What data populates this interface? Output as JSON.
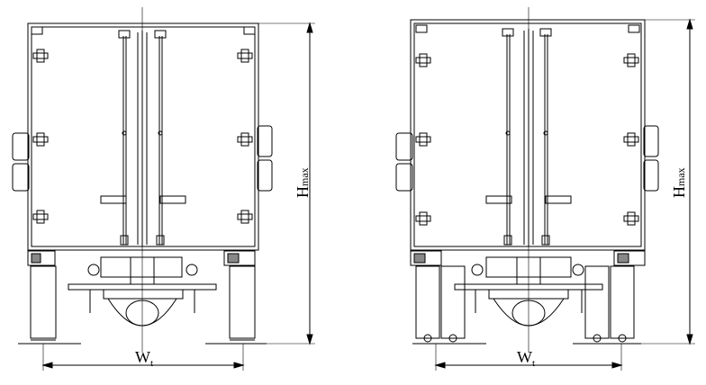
{
  "views": [
    {
      "id": "single-rear-axle",
      "width_label": {
        "main": "W",
        "sub": "t"
      },
      "height_label": {
        "main": "H",
        "sub": "max"
      }
    },
    {
      "id": "dual-rear-axle",
      "width_label": {
        "main": "W",
        "sub": "t"
      },
      "height_label": {
        "main": "H",
        "sub": "max"
      }
    }
  ],
  "colors": {
    "line": "#000000",
    "background": "#ffffff"
  }
}
